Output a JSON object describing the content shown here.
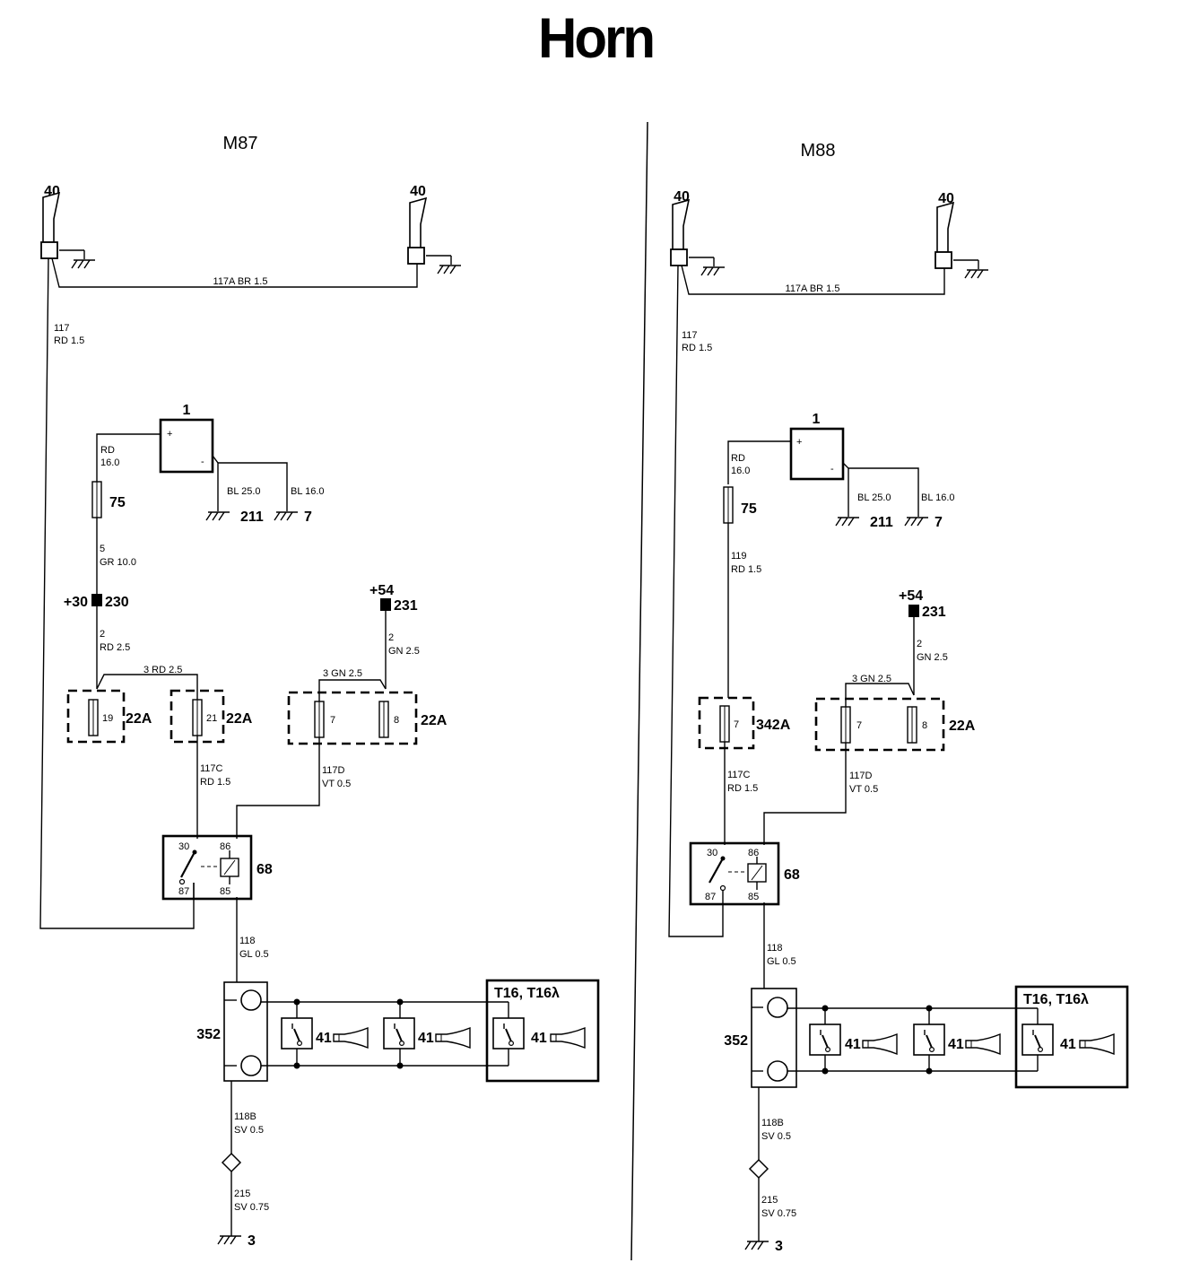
{
  "title": "Horn",
  "left": {
    "model": "M87",
    "horn_l": "40",
    "horn_r": "40",
    "w_horns": "117A  BR  1.5",
    "w117_a": "117",
    "w117_b": "RD  1.5",
    "battery": "1",
    "plus": "+",
    "minus": "-",
    "w_bat_a": "RD",
    "w_bat_b": "16.0",
    "w_bl25": "BL  25.0",
    "w_bl16": "BL  16.0",
    "gnd211": "211",
    "gnd7": "7",
    "fuse75": "75",
    "w5_a": "5",
    "w5_b": "GR  10.0",
    "p30": "+30",
    "p230": "230",
    "p54": "+54",
    "p231": "231",
    "w2rd_a": "2",
    "w2rd_b": "RD  2.5",
    "w2gn_a": "2",
    "w2gn_b": "GN  2.5",
    "w3rd": "3  RD  2.5",
    "w3gn": "3  GN  2.5",
    "f19": "19",
    "f21": "21",
    "f7": "7",
    "f8": "8",
    "fb1": "22A",
    "fb2": "22A",
    "fb3": "22A",
    "w117c_a": "117C",
    "w117c_b": "RD  1.5",
    "w117d_a": "117D",
    "w117d_b": "VT  0.5",
    "r30": "30",
    "r86": "86",
    "r87": "87",
    "r85": "85",
    "relay": "68",
    "w118_a": "118",
    "w118_b": "GL  0.5",
    "c352": "352",
    "sw1": "41",
    "sw2": "41",
    "sw3": "41",
    "t16": "T16,  T16λ",
    "w118b_a": "118B",
    "w118b_b": "SV  0.5",
    "w215_a": "215",
    "w215_b": "SV  0.75",
    "gnd3": "3"
  },
  "right": {
    "model": "M88",
    "horn_l": "40",
    "horn_r": "40",
    "w_horns": "117A  BR  1.5",
    "w117_a": "117",
    "w117_b": "RD  1.5",
    "battery": "1",
    "plus": "+",
    "minus": "-",
    "w_bat_a": "RD",
    "w_bat_b": "16.0",
    "w_bl25": "BL  25.0",
    "w_bl16": "BL  16.0",
    "gnd211": "211",
    "gnd7": "7",
    "fuse75": "75",
    "w119_a": "119",
    "w119_b": "RD  1.5",
    "p54": "+54",
    "p231": "231",
    "w2gn_a": "2",
    "w2gn_b": "GN  2.5",
    "w3gn": "3  GN  2.5",
    "f7a": "7",
    "f7b": "7",
    "f8": "8",
    "fb1": "342A",
    "fb2": "22A",
    "w117c_a": "117C",
    "w117c_b": "RD  1.5",
    "w117d_a": "117D",
    "w117d_b": "VT  0.5",
    "r30": "30",
    "r86": "86",
    "r87": "87",
    "r85": "85",
    "relay": "68",
    "w118_a": "118",
    "w118_b": "GL  0.5",
    "c352": "352",
    "sw1": "41",
    "sw2": "41",
    "sw3": "41",
    "t16": "T16,  T16λ",
    "w118b_a": "118B",
    "w118b_b": "SV  0.5",
    "w215_a": "215",
    "w215_b": "SV  0.75",
    "gnd3": "3"
  }
}
